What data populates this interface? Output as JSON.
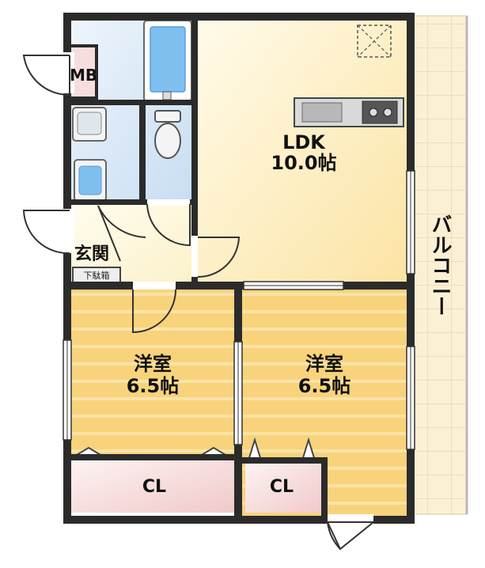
{
  "rooms": {
    "mb": "MB",
    "ldk_name": "LDK",
    "ldk_size": "10.0帖",
    "genkan": "玄関",
    "shoebox": "下駄箱",
    "west_name": "洋室",
    "west_size": "6.5帖",
    "east_name": "洋室",
    "east_size": "6.5帖",
    "cl_left": "CL",
    "cl_right": "CL",
    "balcony": "バルコニー"
  },
  "colors": {
    "wall": "#2b2b2b",
    "ldk_floor": "#fdf0b8",
    "room_floor": "#f9d985",
    "wet_area": "#d4e6f6",
    "closet": "#f6dcdc",
    "balcony": "#fbf0d4"
  }
}
